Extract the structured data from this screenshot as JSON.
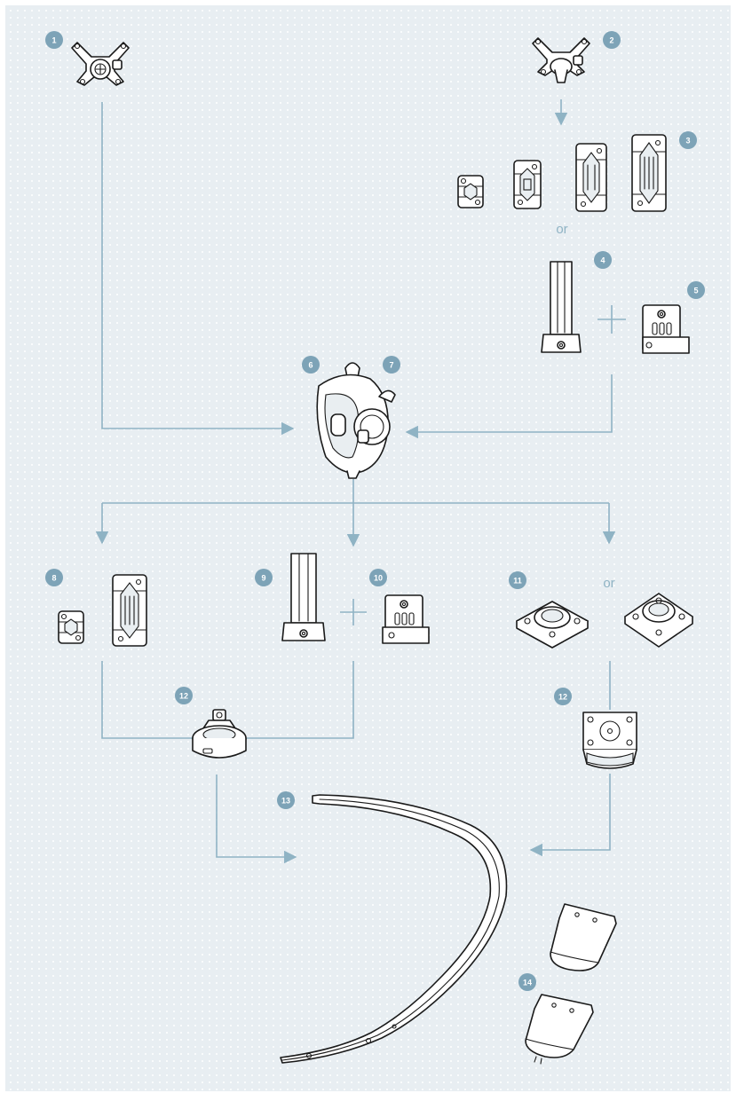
{
  "colors": {
    "background": "#e8eef2",
    "dots": "#ffffff",
    "connector": "#8fb3c4",
    "badge": "#7da3b7",
    "badge_text": "#ffffff",
    "or_text": "#8fb3c4"
  },
  "badges": {
    "b1": "1",
    "b2": "2",
    "b3": "3",
    "b4": "4",
    "b5": "5",
    "b6": "6",
    "b7": "7",
    "b8": "8",
    "b9": "9",
    "b10": "10",
    "b11": "11",
    "b12a": "12",
    "b12b": "12",
    "b13": "13",
    "b14": "14"
  },
  "labels": {
    "or_top": "or",
    "or_mid": "or"
  },
  "icons": {
    "vesa_plate": "vesa-bracket-icon",
    "joint": "joint-icon",
    "pole": "pole-icon",
    "clamp": "clamp-icon",
    "base": "base-mount-icon",
    "arm": "curved-arm-icon",
    "cap": "end-cap-icon"
  }
}
